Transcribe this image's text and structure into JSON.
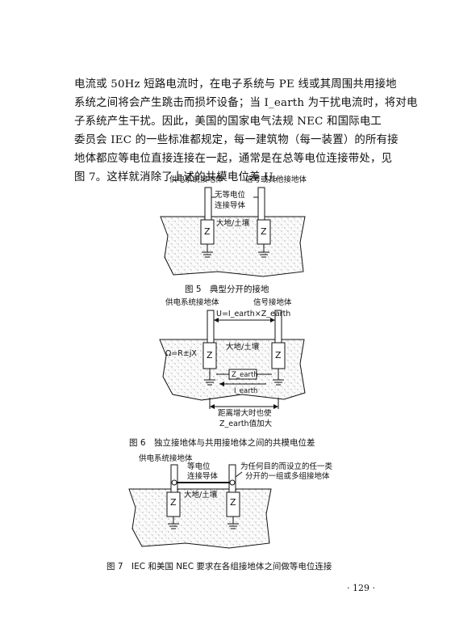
{
  "paragraph": {
    "lines": [
      "电流或 50Hz 短路电流时，在电子系统与 PE 线或其周围共用接地",
      "系统之间将会产生跳击而损坏设备；当 I_earth 为干扰电流时，将对电",
      "子系统产生干扰。因此，美国的国家电气法规 NEC 和国际电工",
      "委员会 IEC 的一些标准都规定，每一建筑物（每一装置）的所有接",
      "地体都应等电位直接连接在一起，通常是在总等电位连接带处，见",
      "图 7。这样就消除了上述的共模电位差 U。"
    ]
  },
  "fig5": {
    "label_left": "供电系统接地体",
    "label_right": "信号或其他接地体",
    "box_line1": "无等电位",
    "box_line2": "连接导体",
    "ground_label": "大地/土壤",
    "z1": "Z",
    "z2": "Z",
    "caption": "图 5　典型分开的接地"
  },
  "fig6": {
    "label_left": "供电系统接地体",
    "label_right": "信号接地体",
    "formula": "U=I_earth×Z_earth",
    "ground_label": "大地/土壤",
    "omega": "Ω=R±jX",
    "z1": "Z",
    "z2": "Z",
    "zearth": "Z_earth",
    "iearth": "I_earth",
    "note_line1": "距离增大时也使",
    "note_line2": "Z_earth值加大",
    "caption": "图 6　独立接地体与共用接地体之间的共模电位差"
  },
  "fig7": {
    "label_left": "供电系统接地体",
    "box_line1": "等电位",
    "box_line2": "连接导体",
    "label_right_line1": "为任何目的而设立的任一类",
    "label_right_line2": "分开的一组或多组接地体",
    "ground_label": "大地/土壤",
    "z1": "Z",
    "z2": "Z",
    "caption": "图 7　IEC 和美国 NEC 要求在各组接地体之间做等电位连接"
  },
  "page_number": "· 129 ·"
}
